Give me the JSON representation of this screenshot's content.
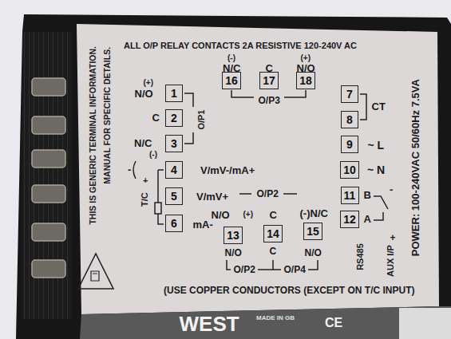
{
  "diagram": {
    "nodes": [
      {
        "text": [
          "1"
        ]
      },
      {
        "text": [
          "2"
        ]
      },
      {
        "text": [
          "3"
        ]
      },
      {
        "text": [
          "4"
        ]
      },
      {
        "text": [
          "5"
        ]
      },
      {
        "text": [
          "6"
        ]
      },
      {
        "text": [
          "7"
        ]
      },
      {
        "text": [
          "8"
        ]
      },
      {
        "text": [
          "9"
        ]
      },
      {
        "text": [
          "10"
        ]
      },
      {
        "text": [
          "11"
        ]
      },
      {
        "text": [
          "12"
        ]
      },
      {
        "text": [
          "13"
        ]
      },
      {
        "text": [
          "14"
        ]
      },
      {
        "text": [
          "15"
        ]
      },
      {
        "text": [
          "16"
        ]
      },
      {
        "text": [
          "17"
        ]
      },
      {
        "text": [
          "18"
        ]
      }
    ],
    "labels": [
      "ALL O/P RELAY CONTACTS 2A RESISTIVE 120-240V AC",
      "THIS IS GENERIC TERMINAL INFORMATION.",
      "MANUAL FOR SPECIFIC DETAILS.",
      "(+)",
      "N/O",
      "C",
      "N/C",
      "O/P1",
      "(-)",
      "T/C",
      "+",
      "-",
      "V/mV-/mA+",
      "V/mV+",
      "O/P2",
      "mA-",
      "(-)",
      "N/C",
      "C",
      "(+)",
      "N/O",
      "O/P3",
      "CT",
      "~ L",
      "~ N",
      "B",
      "A",
      "-",
      "+",
      "RS485",
      "AUX I/P",
      "POWER: 100-240VAC 50/60Hz 7.5VA",
      "N/O",
      "(+)",
      "C",
      "(-)N/C",
      "N/O",
      "C",
      "N/O",
      "O/P2",
      "O/P4",
      "(USE COPPER CONDUCTORS (EXCEPT ON T/C INPUT)",
      "WEST",
      "MADE IN GB",
      "CE"
    ]
  }
}
